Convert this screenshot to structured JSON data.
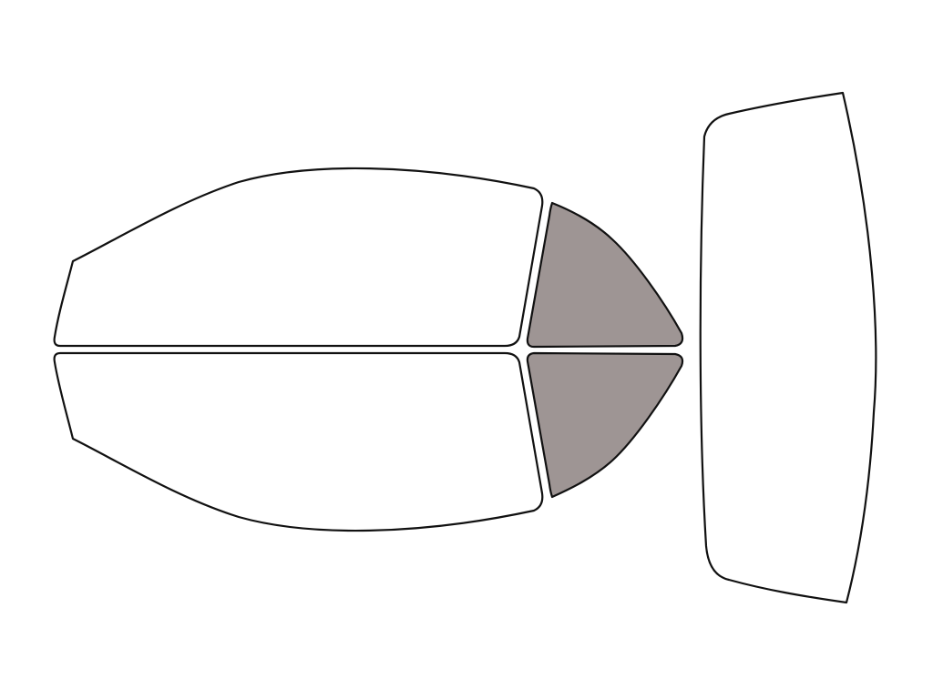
{
  "colors": {
    "background": "#ffffff",
    "outline": "#111111",
    "clear_panel": "#ffffff",
    "tinted_panel": "#9e9594"
  },
  "panels": [
    {
      "name": "front-left-door-window",
      "tinted": false
    },
    {
      "name": "front-right-door-window",
      "tinted": false
    },
    {
      "name": "rear-left-quarter-window",
      "tinted": true
    },
    {
      "name": "rear-right-quarter-window",
      "tinted": true
    },
    {
      "name": "rear-windshield",
      "tinted": false
    }
  ]
}
